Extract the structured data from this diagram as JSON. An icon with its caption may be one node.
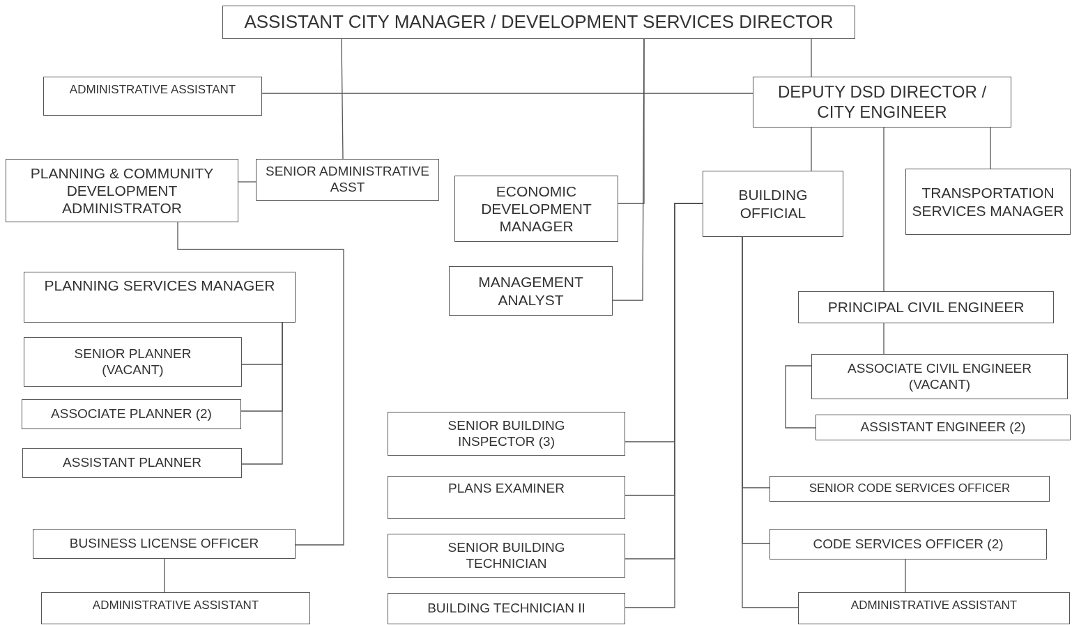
{
  "diagram": {
    "nodes": [
      {
        "text": [
          "ASSISTANT CITY MANAGER / DEVELOPMENT SERVICES DIRECTOR"
        ]
      },
      {
        "text": [
          "ADMINISTRATIVE ASSISTANT"
        ]
      },
      {
        "text": [
          "DEPUTY DSD DIRECTOR / CITY ENGINEER"
        ]
      },
      {
        "text": [
          "PLANNING & COMMUNITY DEVELOPMENT ADMINISTRATOR"
        ]
      },
      {
        "text": [
          "SENIOR ADMINISTRATIVE ASST"
        ]
      },
      {
        "text": [
          "ECONOMIC DEVELOPMENT MANAGER"
        ]
      },
      {
        "text": [
          "BUILDING OFFICIAL"
        ]
      },
      {
        "text": [
          "TRANSPORTATION SERVICES MANAGER"
        ]
      },
      {
        "text": [
          "MANAGEMENT ANALYST"
        ]
      },
      {
        "text": [
          "PLANNING SERVICES MANAGER"
        ]
      },
      {
        "text": [
          "PRINCIPAL CIVIL ENGINEER"
        ]
      },
      {
        "text": [
          "SENIOR PLANNER (VACANT)"
        ]
      },
      {
        "text": [
          "ASSOCIATE CIVIL ENGINEER (VACANT)"
        ]
      },
      {
        "text": [
          "ASSOCIATE PLANNER (2)"
        ]
      },
      {
        "text": [
          "SENIOR BUILDING INSPECTOR (3)"
        ]
      },
      {
        "text": [
          "ASSISTANT ENGINEER (2)"
        ]
      },
      {
        "text": [
          "ASSISTANT PLANNER"
        ]
      },
      {
        "text": [
          "PLANS EXAMINER"
        ]
      },
      {
        "text": [
          "SENIOR CODE SERVICES OFFICER"
        ]
      },
      {
        "text": [
          "BUSINESS LICENSE OFFICER"
        ]
      },
      {
        "text": [
          "CODE SERVICES OFFICER (2)"
        ]
      },
      {
        "text": [
          "SENIOR BUILDING TECHNICIAN"
        ]
      },
      {
        "text": [
          "ADMINISTRATIVE ASSISTANT"
        ]
      },
      {
        "text": [
          "BUILDING TECHNICIAN II"
        ]
      },
      {
        "text": [
          "ADMINISTRATIVE ASSISTANT"
        ]
      }
    ],
    "edges": [
      {
        "from": 0,
        "to": 4,
        "arrow": "none"
      },
      {
        "from": 0,
        "to": 5,
        "arrow": "none"
      },
      {
        "from": 0,
        "to": 8,
        "arrow": "none"
      },
      {
        "from": 0,
        "to": 2,
        "arrow": "none"
      },
      {
        "from": 1,
        "to": 2,
        "arrow": "none"
      },
      {
        "from": 3,
        "to": 4,
        "arrow": "none"
      },
      {
        "from": 2,
        "to": 6,
        "arrow": "none"
      },
      {
        "from": 2,
        "to": 10,
        "arrow": "none"
      },
      {
        "from": 2,
        "to": 7,
        "arrow": "none"
      },
      {
        "from": 3,
        "to": 19,
        "arrow": "none"
      },
      {
        "from": 9,
        "to": 11,
        "arrow": "none"
      },
      {
        "from": 9,
        "to": 13,
        "arrow": "none"
      },
      {
        "from": 9,
        "to": 16,
        "arrow": "none"
      },
      {
        "from": 19,
        "to": 22,
        "arrow": "none"
      },
      {
        "from": 6,
        "to": 14,
        "arrow": "none"
      },
      {
        "from": 6,
        "to": 17,
        "arrow": "none"
      },
      {
        "from": 6,
        "to": 21,
        "arrow": "none"
      },
      {
        "from": 6,
        "to": 23,
        "arrow": "none"
      },
      {
        "from": 6,
        "to": 18,
        "arrow": "none"
      },
      {
        "from": 6,
        "to": 20,
        "arrow": "none"
      },
      {
        "from": 6,
        "to": 24,
        "arrow": "none"
      },
      {
        "from": 10,
        "to": 12,
        "arrow": "none"
      },
      {
        "from": 12,
        "to": 15,
        "arrow": "none"
      },
      {
        "from": 20,
        "to": 24,
        "arrow": "none"
      }
    ]
  }
}
